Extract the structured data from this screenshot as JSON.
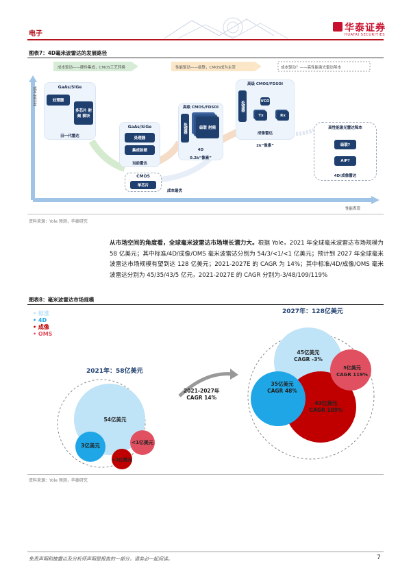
{
  "header": {
    "sector": "电子",
    "brand_cn": "华泰证券",
    "brand_en": "HUATAI SECURITIES"
  },
  "figure7": {
    "title": "图表7：4D毫米波雷达的发展路径",
    "axis_y": "成本/复杂度",
    "axis_x": "性能表现",
    "driver1": "成本驱动——硬件集成，CMOS工艺转换",
    "driver2": "性能驱动——级联，CMOS成为主流",
    "driver3": "成本驱动？——高性能激光雷达降本",
    "gen1": {
      "header": "GaAs/SiGe",
      "chip_a": "处理器",
      "chip_b": "多芯片 射频 模块",
      "caption": "旧一代雷达"
    },
    "gen2": {
      "header": "GaAs/SiGe",
      "chip_a": "处理器",
      "chip_b": "集成射频",
      "caption": "当前雷达"
    },
    "cmos": {
      "header": "CMOS",
      "chip": "单芯片",
      "caption": "成本最优"
    },
    "hires1": {
      "header": "高级 CMOS/FDSOI",
      "chip_a": "处理器",
      "chip_b": "级联 射频",
      "caption": "4D",
      "sub": "0.2k“像素”"
    },
    "hires2": {
      "header": "高级 CMOS/FDSOI",
      "chip_a": "处理器",
      "vco": "VCO",
      "tx": "Tx",
      "rx": "Rx",
      "caption": "成像雷达",
      "sub": "2k“像素”"
    },
    "future": {
      "header": "高性能激光雷达降本",
      "q1": "级联?",
      "q2": "AiP?",
      "caption": "4D/成像雷达"
    },
    "source": "资料来源：Yole 预测，华泰研究"
  },
  "paragraph": {
    "lead": "从市场空间的角度看，全球毫米波雷达市场增长潜力大。",
    "body": "根据 Yole，2021 年全球毫米波雷达市场规模为 58 亿美元；其中标准/4D/成像/OMS 毫米波雷达分别为 54/3/<1/<1 亿美元；预计到 2027 年全球毫米波雷达市场规模有望到达 128 亿美元；2021-2027E 的 CAGR 为 14%；其中标准/4D/成像/OMS 毫米波雷达分别为 45/35/43/5 亿元，2021-2027E 的 CAGR 分别为-3/48/109/119%"
  },
  "figure8": {
    "title": "图表8：毫米波雷达市场规模",
    "legend": [
      "标准",
      "4D",
      "成像",
      "OMS"
    ],
    "colors": {
      "standard": "#bfe3f7",
      "d4": "#1ea6e6",
      "imaging": "#c00000",
      "oms": "#e05060"
    },
    "year2021": "2021年：58亿美元",
    "year2027": "2027年：128亿美元",
    "arrow_label_1": "2021-2027年",
    "arrow_label_2": "CAGR 14%",
    "b2021": {
      "standard": "54亿美元",
      "d4": "3亿美元",
      "oms": "<1亿美元",
      "imaging": "<1亿美元"
    },
    "b2027": {
      "standard": "45亿美元",
      "standard_cagr": "CAGR -3%",
      "d4": "35亿美元",
      "d4_cagr": "CAGR 48%",
      "imaging": "43亿美元",
      "imaging_cagr": "CAGR 109%",
      "oms": "5亿美元",
      "oms_cagr": "CAGR 119%"
    },
    "source": "资料来源：Yole 预测，华泰研究"
  },
  "footer": {
    "disclaimer": "免责声明和披露以及分析师声明是报告的一部分，请务必一起阅读。",
    "page": "7"
  }
}
